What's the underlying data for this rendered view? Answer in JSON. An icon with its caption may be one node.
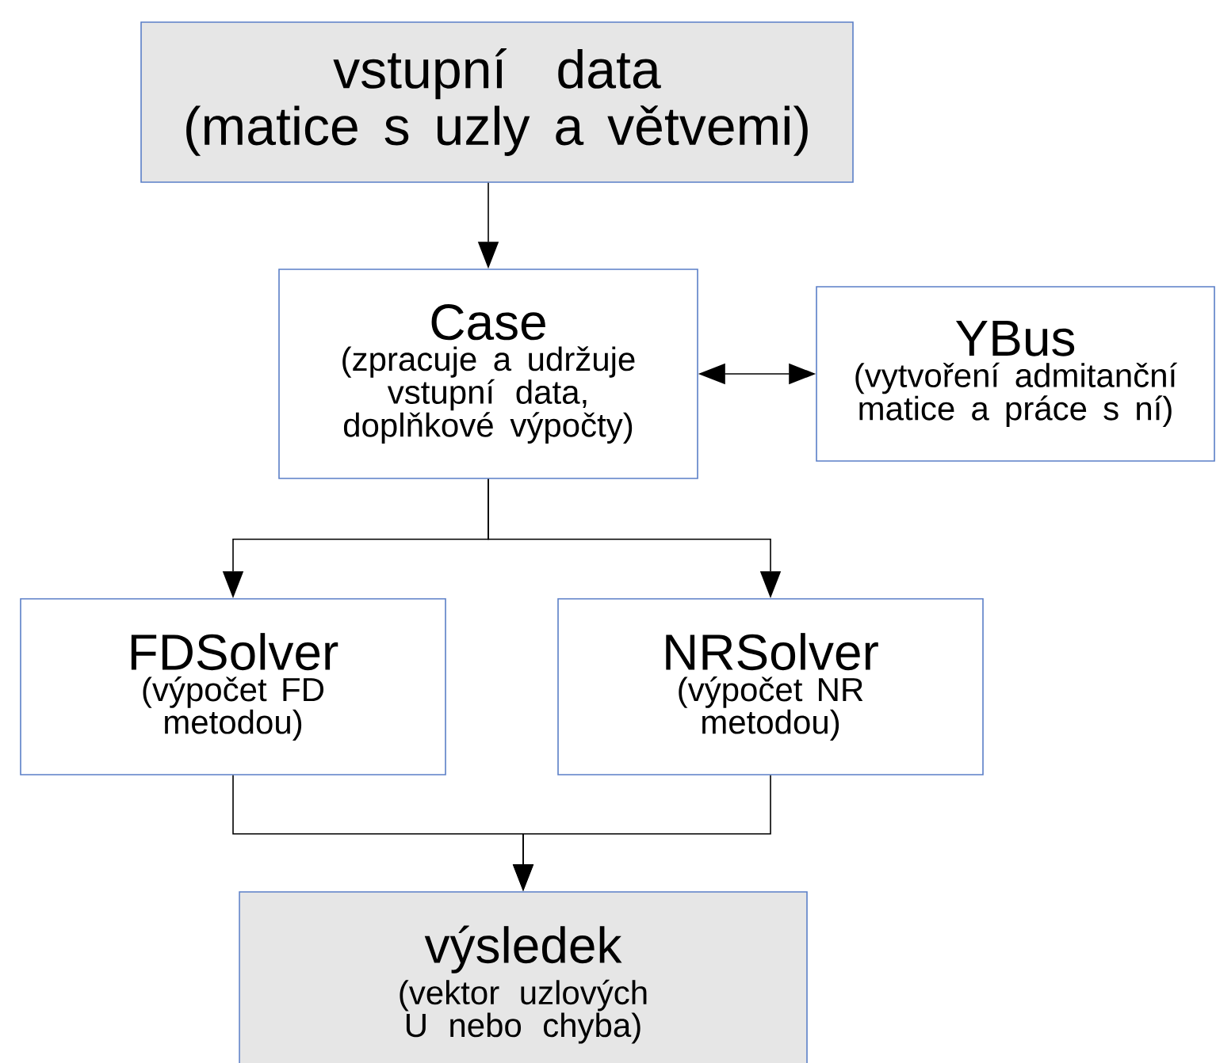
{
  "diagram": {
    "nodes": [
      {
        "text": [
          "vstupní data",
          "(matice s uzly a větvemi)"
        ]
      },
      {
        "text": [
          "Case",
          "(zpracuje a udržuje vstupní data, doplňkové výpočty)"
        ]
      },
      {
        "text": [
          "YBus",
          "(vytvoření admitanční matice a práce s ní)"
        ]
      },
      {
        "text": [
          "FDSolver",
          "(výpočet FD metodou)"
        ]
      },
      {
        "text": [
          "NRSolver",
          "(výpočet NR metodou)"
        ]
      },
      {
        "text": [
          "výsledek",
          "(vektor uzlových U nebo chyba)"
        ]
      }
    ],
    "edges": [
      {
        "from": 0,
        "to": 1,
        "arrow": "to"
      },
      {
        "from": 1,
        "to": 2,
        "arrow": "both"
      },
      {
        "from": 1,
        "to": 3,
        "arrow": "to"
      },
      {
        "from": 1,
        "to": 4,
        "arrow": "to"
      },
      {
        "from": 3,
        "to": 5,
        "arrow": "to"
      },
      {
        "from": 4,
        "to": 5,
        "arrow": "to"
      }
    ]
  }
}
